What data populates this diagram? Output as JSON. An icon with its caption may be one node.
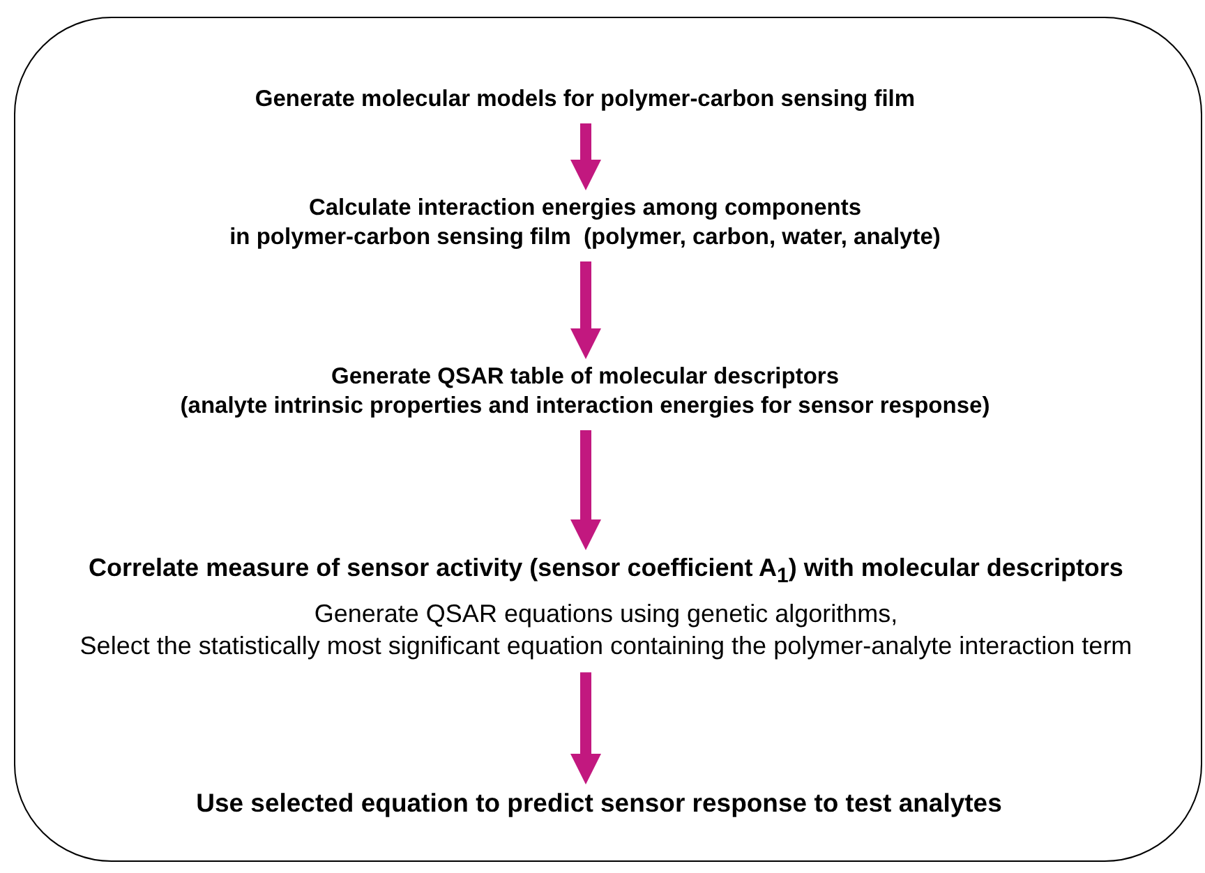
{
  "diagram": {
    "nodes": [
      {
        "text": [],
        "shape": "box"
      },
      {
        "text": [
          "Generate molecular models for polymer-carbon sensing film"
        ],
        "in": 0
      },
      {
        "text": [
          "Calculate interaction energies among components in polymer-carbon sensing film  (polymer, carbon, water, analyte)"
        ],
        "in": 0
      },
      {
        "text": [
          "Generate QSAR table of molecular descriptors (analyte intrinsic properties and interaction energies for sensor response)"
        ],
        "in": 0
      },
      {
        "text": [
          "Correlate measure of sensor activity (sensor coefficient A$_{1}$) with molecular descriptors",
          "Generate QSAR equations using genetic algorithms,",
          "Select the statistically most significant equation containing the polymer-analyte interaction term"
        ],
        "in": 0
      },
      {
        "text": [
          "Use selected equation to predict sensor response to test analytes"
        ],
        "in": 0
      }
    ],
    "edges": [
      {
        "from": 1,
        "to": 2,
        "arrow": "to"
      },
      {
        "from": 2,
        "to": 3,
        "arrow": "to"
      },
      {
        "from": 3,
        "to": 4,
        "arrow": "to"
      },
      {
        "from": 4,
        "to": 5,
        "arrow": "to"
      }
    ]
  }
}
